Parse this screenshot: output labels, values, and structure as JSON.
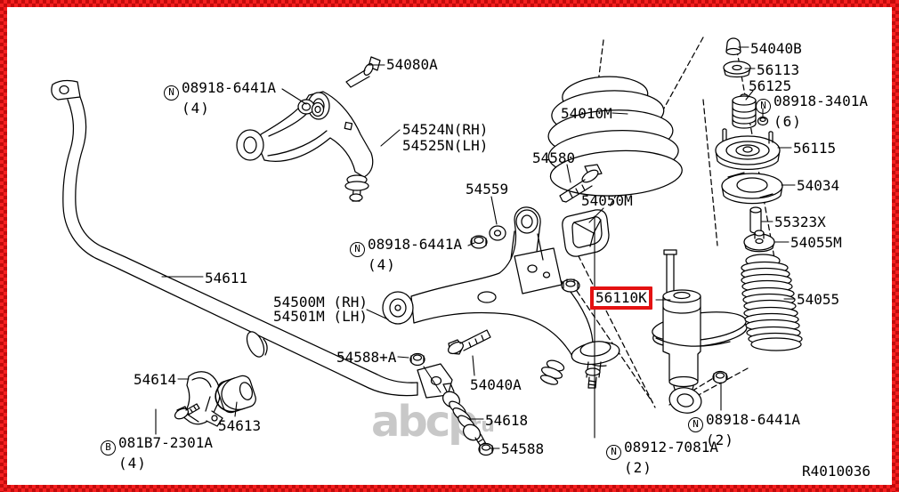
{
  "diagram": {
    "drawing_number": "R4010036",
    "frame_color": "#e01010",
    "highlight_box_color": "#e41212",
    "watermark": {
      "main": "abcp",
      "suffix": ".ru"
    },
    "labels": [
      {
        "text": "54080A"
      },
      {
        "prefix": "N",
        "text": "08918-6441A",
        "qty": "(4)"
      },
      {
        "text": "54524N(RH)"
      },
      {
        "text": "54525N(LH)"
      },
      {
        "text": "54010M"
      },
      {
        "text": "54040B"
      },
      {
        "text": "56113"
      },
      {
        "text": "56125"
      },
      {
        "prefix": "N",
        "text": "08918-3401A",
        "qty": "(6)"
      },
      {
        "text": "56115"
      },
      {
        "text": "54034"
      },
      {
        "text": "55323X"
      },
      {
        "text": "54055M"
      },
      {
        "text": "54055"
      },
      {
        "text": "54580"
      },
      {
        "text": "54559"
      },
      {
        "text": "54050M"
      },
      {
        "prefix": "N",
        "text": "08918-6441A",
        "qty": "(4)"
      },
      {
        "text": "54611"
      },
      {
        "text": "54500M (RH)"
      },
      {
        "text": "54501M (LH)"
      },
      {
        "text": "56110K",
        "highlighted": true
      },
      {
        "text": "54588+A"
      },
      {
        "text": "54614"
      },
      {
        "text": "54613"
      },
      {
        "prefix": "B",
        "text": "081B7-2301A",
        "qty": "(4)"
      },
      {
        "text": "54040A"
      },
      {
        "text": "54618"
      },
      {
        "text": "54588"
      },
      {
        "prefix": "N",
        "text": "08912-7081A",
        "qty": "(2)"
      },
      {
        "prefix": "N",
        "text": "08918-6441A",
        "qty": "(2)"
      }
    ]
  }
}
